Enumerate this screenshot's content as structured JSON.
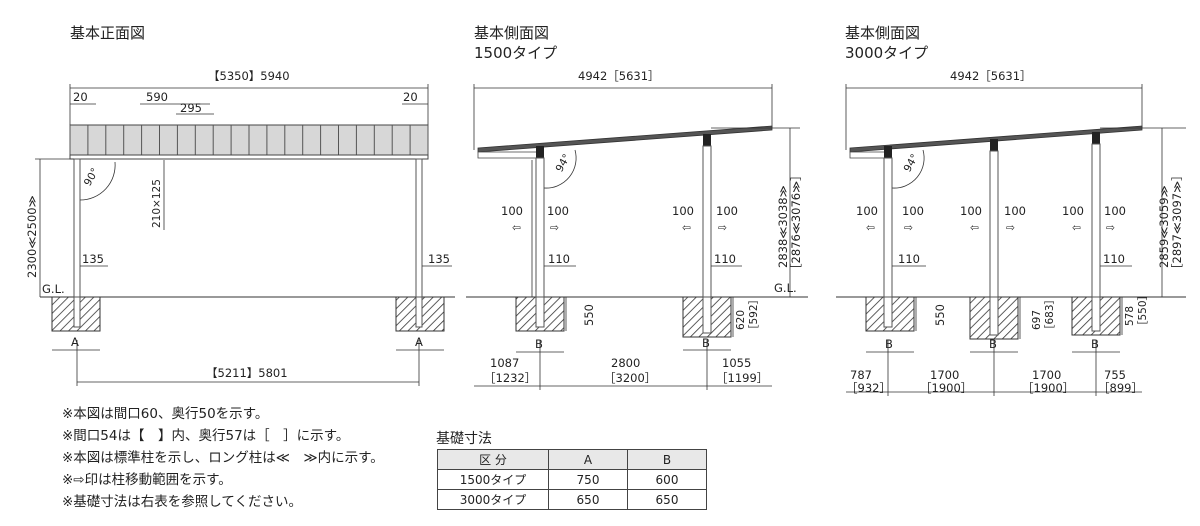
{
  "front": {
    "title": "基本正面図",
    "width_total": "【5350】5940",
    "d20_left": "20",
    "d590": "590",
    "d295": "295",
    "d20_right": "20",
    "angle": "90°",
    "d210": "210×125",
    "height": "2300≪2500≫",
    "d135_left": "135",
    "d135_right": "135",
    "gl": "G.L.",
    "a_left": "A",
    "a_right": "A",
    "width_bottom": "【5211】5801"
  },
  "side1500": {
    "title1": "基本側面図",
    "title2": "1500タイプ",
    "width": "4942［5631］",
    "angle": "94°",
    "m100": [
      "100",
      "100",
      "100",
      "100"
    ],
    "m110": [
      "110",
      "110"
    ],
    "height1": "2838≪3038≫",
    "height2": "［2876≪3076≫］",
    "gl": "G.L.",
    "d550": "550",
    "d620": "620",
    "d592": "［592］",
    "b_left": "B",
    "b_right": "B",
    "d1087": "1087",
    "d1232": "［1232］",
    "d2800": "2800",
    "d3200": "［3200］",
    "d1055": "1055",
    "d1199": "［1199］"
  },
  "side3000": {
    "title1": "基本側面図",
    "title2": "3000タイプ",
    "width": "4942［5631］",
    "angle": "94°",
    "m100": [
      "100",
      "100",
      "100",
      "100",
      "100",
      "100"
    ],
    "m110": [
      "110",
      "110"
    ],
    "height1": "2859≪3059≫",
    "height2": "［2897≪3097≫］",
    "d550": "550",
    "d697": "697",
    "d683": "［683］",
    "d578": "578",
    "d550b": "［550］",
    "b1": "B",
    "b2": "B",
    "b3": "B",
    "d787": "787",
    "d932": "［932］",
    "d1700a": "1700",
    "d1900a": "［1900］",
    "d1700b": "1700",
    "d1900b": "［1900］",
    "d755": "755",
    "d899": "［899］"
  },
  "notes": [
    "※本図は間口60、奥行50を示す。",
    "※間口54は【　】内、奥行57は［　］に示す。",
    "※本図は標準柱を示し、ロング柱は≪　≫内に示す。",
    "※⇨印は柱移動範囲を示す。",
    "※基礎寸法は右表を参照してください。"
  ],
  "foundation_table": {
    "title": "基礎寸法",
    "header": [
      "区 分",
      "A",
      "B"
    ],
    "rows": [
      [
        "1500タイプ",
        "750",
        "600"
      ],
      [
        "3000タイプ",
        "650",
        "650"
      ]
    ]
  }
}
